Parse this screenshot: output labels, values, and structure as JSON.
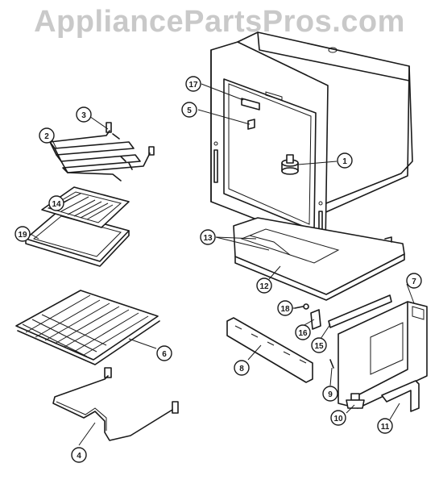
{
  "watermark": "AppliancePartsPros.com",
  "callouts": [
    "1",
    "2",
    "3",
    "4",
    "5",
    "6",
    "7",
    "8",
    "9",
    "10",
    "11",
    "12",
    "13",
    "14",
    "15",
    "16",
    "17",
    "18",
    "19"
  ],
  "colors": {
    "ink": "#1a1a1a",
    "watermark": "#c9c9c9",
    "background": "#ffffff"
  }
}
